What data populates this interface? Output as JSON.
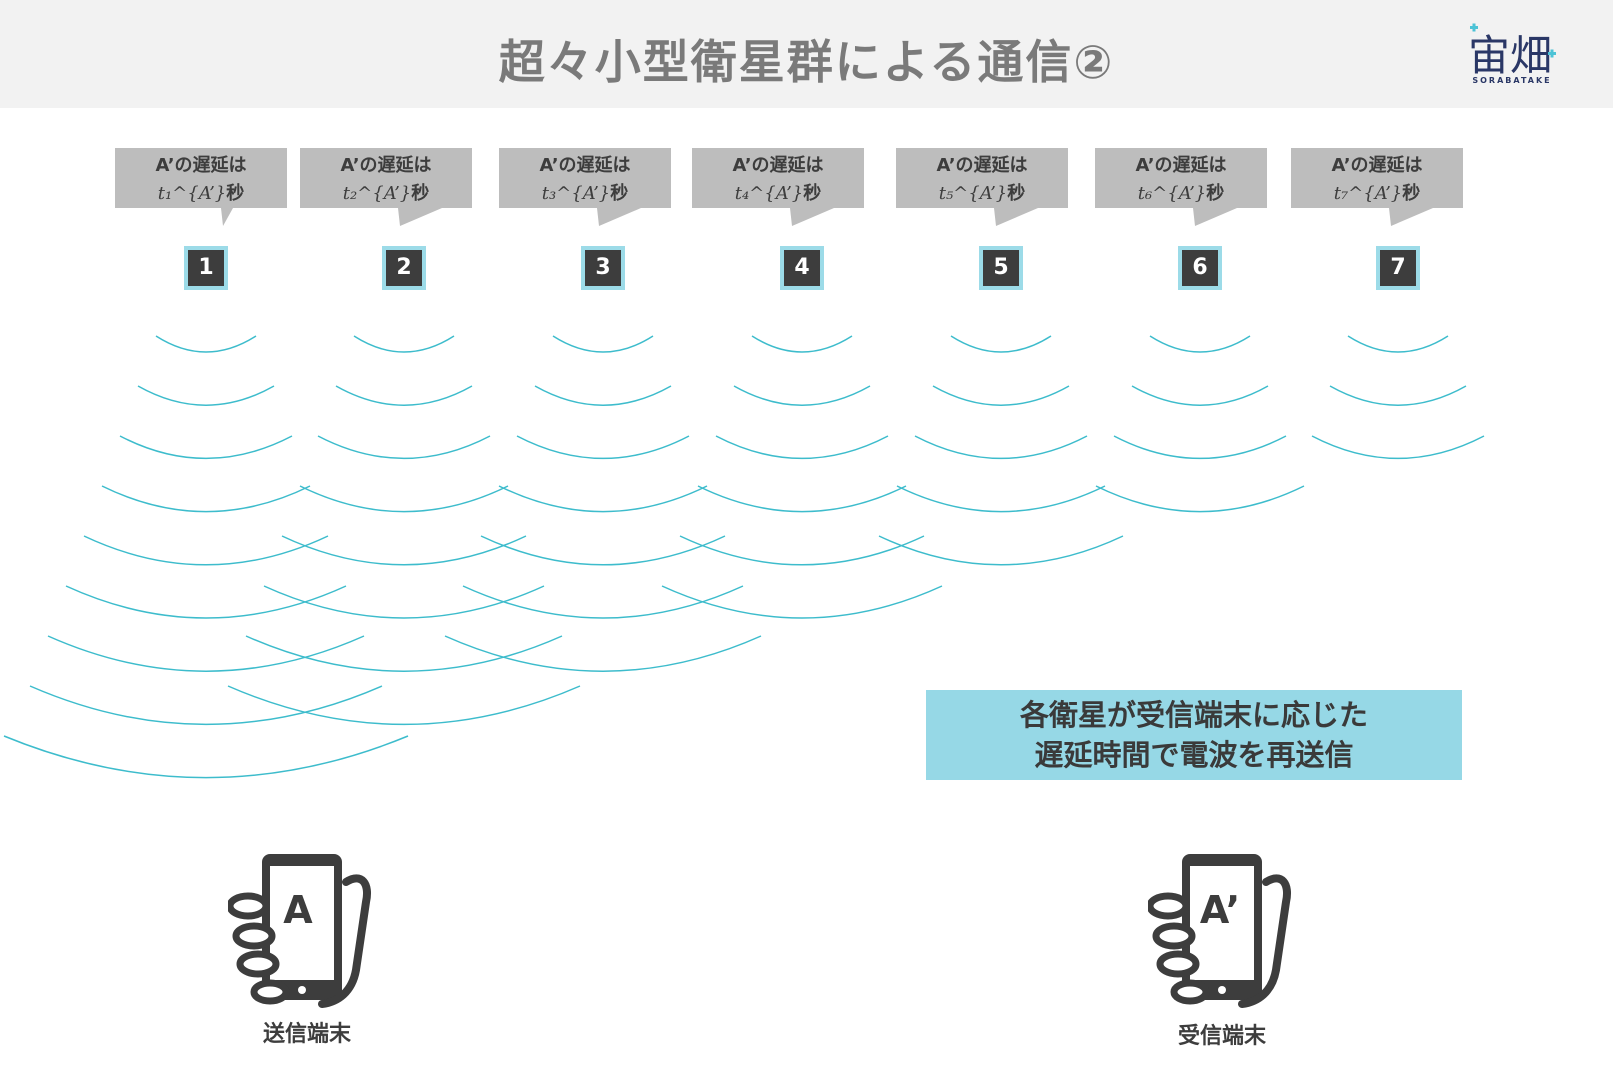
{
  "header": {
    "title": "超々小型衛星群による通信②",
    "logo_text": "宙畑",
    "logo_subtext": "SORABATAKE"
  },
  "satellites": [
    {
      "number": "1",
      "delay_line": "A’の遅延は",
      "formula": "t₁^{A’}",
      "unit": "秒"
    },
    {
      "number": "2",
      "delay_line": "A’の遅延は",
      "formula": "t₂^{A’}",
      "unit": "秒"
    },
    {
      "number": "3",
      "delay_line": "A’の遅延は",
      "formula": "t₃^{A’}",
      "unit": "秒"
    },
    {
      "number": "4",
      "delay_line": "A’の遅延は",
      "formula": "t₄^{A’}",
      "unit": "秒"
    },
    {
      "number": "5",
      "delay_line": "A’の遅延は",
      "formula": "t₅^{A’}",
      "unit": "秒"
    },
    {
      "number": "6",
      "delay_line": "A’の遅延は",
      "formula": "t₆^{A’}",
      "unit": "秒"
    },
    {
      "number": "7",
      "delay_line": "A’の遅延は",
      "formula": "t₇^{A’}",
      "unit": "秒"
    }
  ],
  "wave_counts": [
    9,
    8,
    7,
    6,
    5,
    4,
    3
  ],
  "note": {
    "line1": "各衛星が受信端末に応じた",
    "line2": "遅延時間で電波を再送信"
  },
  "devices": {
    "sender": {
      "screen_letter": "A",
      "label": "送信端末"
    },
    "receiver": {
      "screen_letter": "A’",
      "label": "受信端末"
    }
  },
  "colors": {
    "wave": "#3dbccc",
    "satellite_border": "#9cdbe8",
    "satellite_fill": "#3d3d3d",
    "bubble": "#bdbdbd",
    "note_bg": "#96d8e6",
    "header_bg": "#f2f2f2",
    "logo": "#2a3766"
  }
}
